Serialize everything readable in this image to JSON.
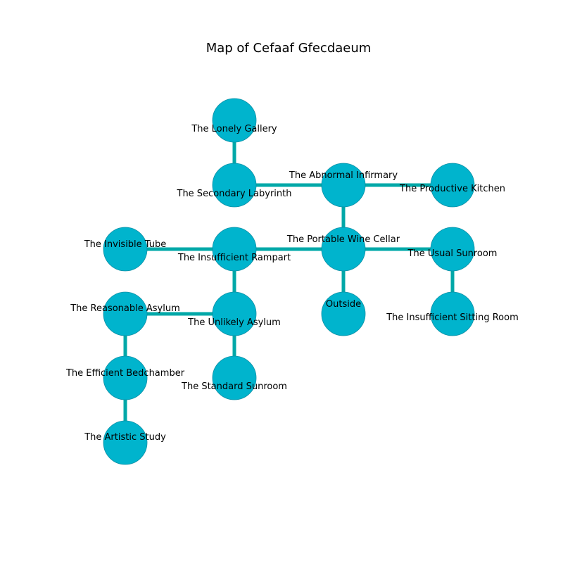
{
  "title": "Map of Cefaaf Gfecdaeum",
  "colors": {
    "node_fill": "#00b4cd",
    "node_stroke": "#0a8fa5",
    "edge": "#00a8a8",
    "text": "#000000"
  },
  "rooms": [
    {
      "id": "lonely-gallery",
      "label": "The Lonely Gallery"
    },
    {
      "id": "secondary-labyrinth",
      "label": "The Secondary Labyrinth"
    },
    {
      "id": "abnormal-infirmary",
      "label": "The Abnormal Infirmary"
    },
    {
      "id": "productive-kitchen",
      "label": "The Productive Kitchen"
    },
    {
      "id": "invisible-tube",
      "label": "The Invisible Tube"
    },
    {
      "id": "insufficient-rampart",
      "label": "The Insufficient Rampart"
    },
    {
      "id": "portable-wine-cellar",
      "label": "The Portable Wine Cellar"
    },
    {
      "id": "usual-sunroom",
      "label": "The Usual Sunroom"
    },
    {
      "id": "reasonable-asylum",
      "label": "The Reasonable Asylum"
    },
    {
      "id": "unlikely-asylum",
      "label": "The Unlikely Asylum"
    },
    {
      "id": "outside",
      "label": "Outside"
    },
    {
      "id": "insufficient-sitting-room",
      "label": "The Insufficient Sitting Room"
    },
    {
      "id": "efficient-bedchamber",
      "label": "The Efficient Bedchamber"
    },
    {
      "id": "standard-sunroom",
      "label": "The Standard Sunroom"
    },
    {
      "id": "artistic-study",
      "label": "The Artistic Study"
    }
  ],
  "connections": [
    [
      "lonely-gallery",
      "secondary-labyrinth"
    ],
    [
      "secondary-labyrinth",
      "abnormal-infirmary"
    ],
    [
      "abnormal-infirmary",
      "productive-kitchen"
    ],
    [
      "abnormal-infirmary",
      "portable-wine-cellar"
    ],
    [
      "invisible-tube",
      "insufficient-rampart"
    ],
    [
      "insufficient-rampart",
      "portable-wine-cellar"
    ],
    [
      "portable-wine-cellar",
      "usual-sunroom"
    ],
    [
      "portable-wine-cellar",
      "outside"
    ],
    [
      "usual-sunroom",
      "insufficient-sitting-room"
    ],
    [
      "insufficient-rampart",
      "unlikely-asylum"
    ],
    [
      "reasonable-asylum",
      "unlikely-asylum"
    ],
    [
      "unlikely-asylum",
      "standard-sunroom"
    ],
    [
      "reasonable-asylum",
      "efficient-bedchamber"
    ],
    [
      "efficient-bedchamber",
      "artistic-study"
    ]
  ]
}
